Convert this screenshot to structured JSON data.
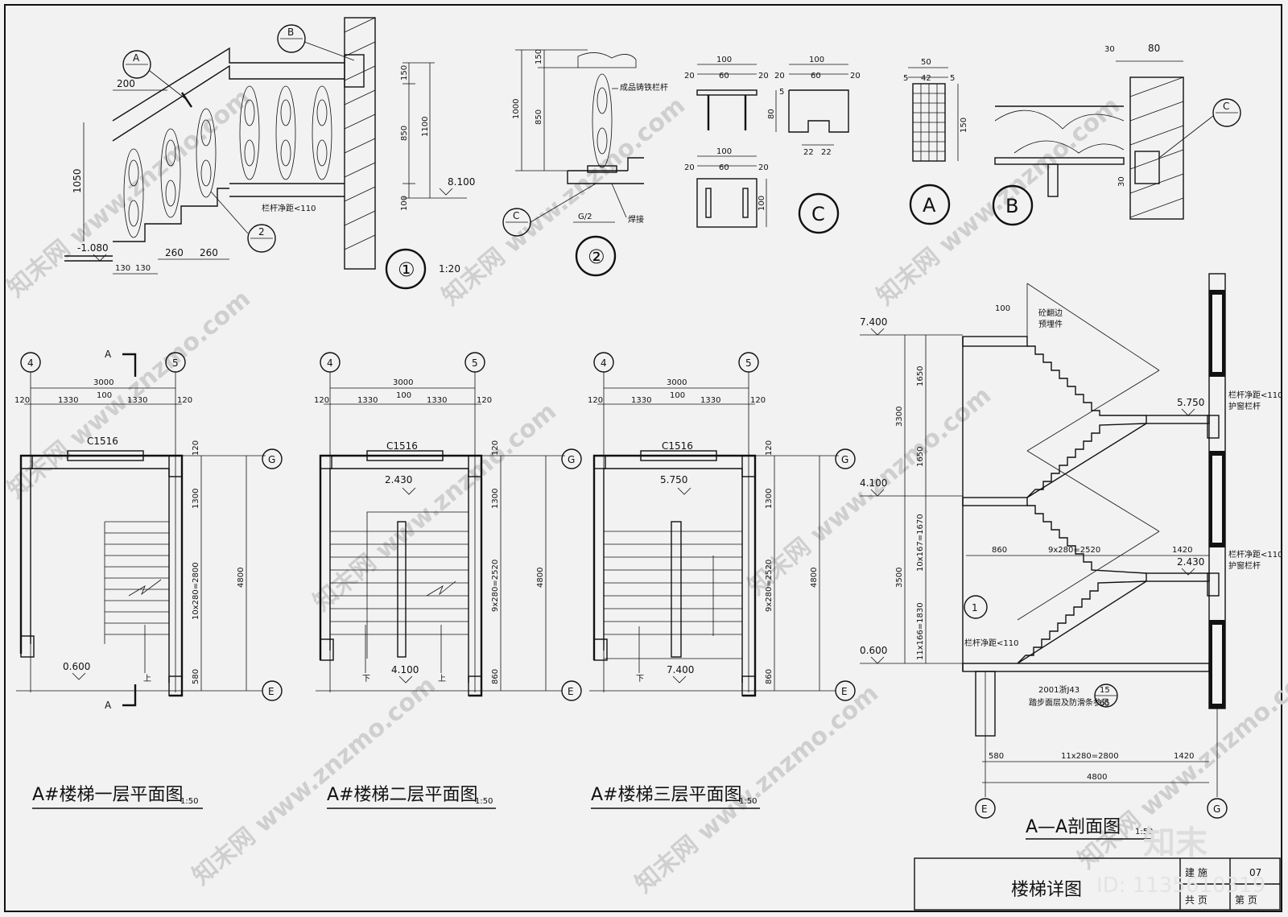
{
  "sheet": {
    "title": "楼梯详图",
    "category": "建 施",
    "sheet_no": "07",
    "total_label": "共 页",
    "page_label": "第 页",
    "id_text": "ID: 1135610319",
    "brand": "知末",
    "watermark": "知末网 www.znzmo.com"
  },
  "detail1": {
    "marker": "①",
    "scale": "1:20",
    "tag_a": "A",
    "tag_b": "B",
    "tag_2": "2",
    "dims": {
      "d200": "200",
      "d1050": "1050",
      "d130a": "130",
      "d130b": "130",
      "d260a": "260",
      "d260b": "260",
      "d150": "150",
      "d850": "850",
      "d1100": "1100",
      "d100": "100"
    },
    "level_low": "-1.080",
    "level_high": "8.100",
    "note": "栏杆净距<110"
  },
  "detail2": {
    "marker": "②",
    "tag_c": "C",
    "dims": {
      "d150": "150",
      "d1000": "1000",
      "d850": "850",
      "g2": "G/2"
    },
    "note_rail": "成品铸铁栏杆",
    "note_weld": "焊接"
  },
  "detailC": {
    "marker": "C",
    "a": {
      "w": "100",
      "l": "20",
      "m": "60",
      "r": "20"
    },
    "b": {
      "w": "100",
      "l": "20",
      "m": "60",
      "r": "20",
      "h": "80",
      "t": "5",
      "b1": "22",
      "b2": "22"
    },
    "c": {
      "w": "100",
      "l": "20",
      "m": "60",
      "r": "20",
      "h": "100"
    }
  },
  "detailA": {
    "marker": "A",
    "w": "50",
    "l": "5",
    "m": "42",
    "r": "5",
    "h": "150"
  },
  "detailB": {
    "marker": "B",
    "d30": "30",
    "d80": "80",
    "d30v": "30",
    "tag_c": "C"
  },
  "plans": [
    {
      "title": "A#楼梯一层平面图",
      "scale": "1:50",
      "axis_l": "4",
      "axis_r": "5",
      "axis_t": "G",
      "axis_b": "E",
      "w_total": "3000",
      "w_l": "120",
      "w_a": "1330",
      "w_c": "100",
      "w_b": "1330",
      "w_r": "120",
      "window": "C1516",
      "d120": "120",
      "d1300": "1300",
      "d_run": "10x280=2800",
      "d_tot": "4800",
      "d580": "580",
      "level": "0.600",
      "up": "上",
      "cut": "A"
    },
    {
      "title": "A#楼梯二层平面图",
      "scale": "1:50",
      "axis_l": "4",
      "axis_r": "5",
      "axis_t": "G",
      "axis_b": "E",
      "w_total": "3000",
      "w_l": "120",
      "w_a": "1330",
      "w_c": "100",
      "w_b": "1330",
      "w_r": "120",
      "window": "C1516",
      "d120": "120",
      "d1300": "1300",
      "d_run": "9x280=2520",
      "d_tot": "4800",
      "d580": "860",
      "level": "2.430",
      "level2": "4.100",
      "up": "上",
      "down": "下"
    },
    {
      "title": "A#楼梯三层平面图",
      "scale": "1:50",
      "axis_l": "4",
      "axis_r": "5",
      "axis_t": "G",
      "axis_b": "E",
      "w_total": "3000",
      "w_l": "120",
      "w_a": "1330",
      "w_c": "100",
      "w_b": "1330",
      "w_r": "120",
      "window": "C1516",
      "d120": "120",
      "d1300": "1300",
      "d_run": "9x280=2520",
      "d_tot": "4800",
      "d580": "860",
      "level": "5.750",
      "level2": "7.400",
      "down": "下"
    }
  ],
  "section": {
    "title": "A—A剖面图",
    "scale": "1:50",
    "levels": {
      "l7400": "7.400",
      "l4100": "4.100",
      "l0600": "0.600",
      "l5750": "5.750",
      "l2430": "2.430"
    },
    "dims": {
      "d1650a": "1650",
      "d3300": "3300",
      "d1650b": "1650",
      "d1670": "10x167=1670",
      "d3500": "3500",
      "d1830": "11x166=1830",
      "d860": "860",
      "d2520": "9x280=2520",
      "d1420": "1420",
      "d100": "100",
      "d580": "580",
      "d2800": "11x280=2800",
      "d1420b": "1420",
      "d4800": "4800"
    },
    "notes": {
      "n1": "砼翻边",
      "n2": "预埋件",
      "n3": "栏杆净距<110",
      "n4": "护窗栏杆",
      "n5": "栏杆净距<110",
      "n6": "护窗栏杆",
      "n7": "栏杆净距<110",
      "n8": "2001浙J43",
      "n9": "踏步面层及防滑条参见",
      "ref1": "15",
      "ref2": "65",
      "mark": "1"
    },
    "axis_l": "E",
    "axis_r": "G"
  }
}
